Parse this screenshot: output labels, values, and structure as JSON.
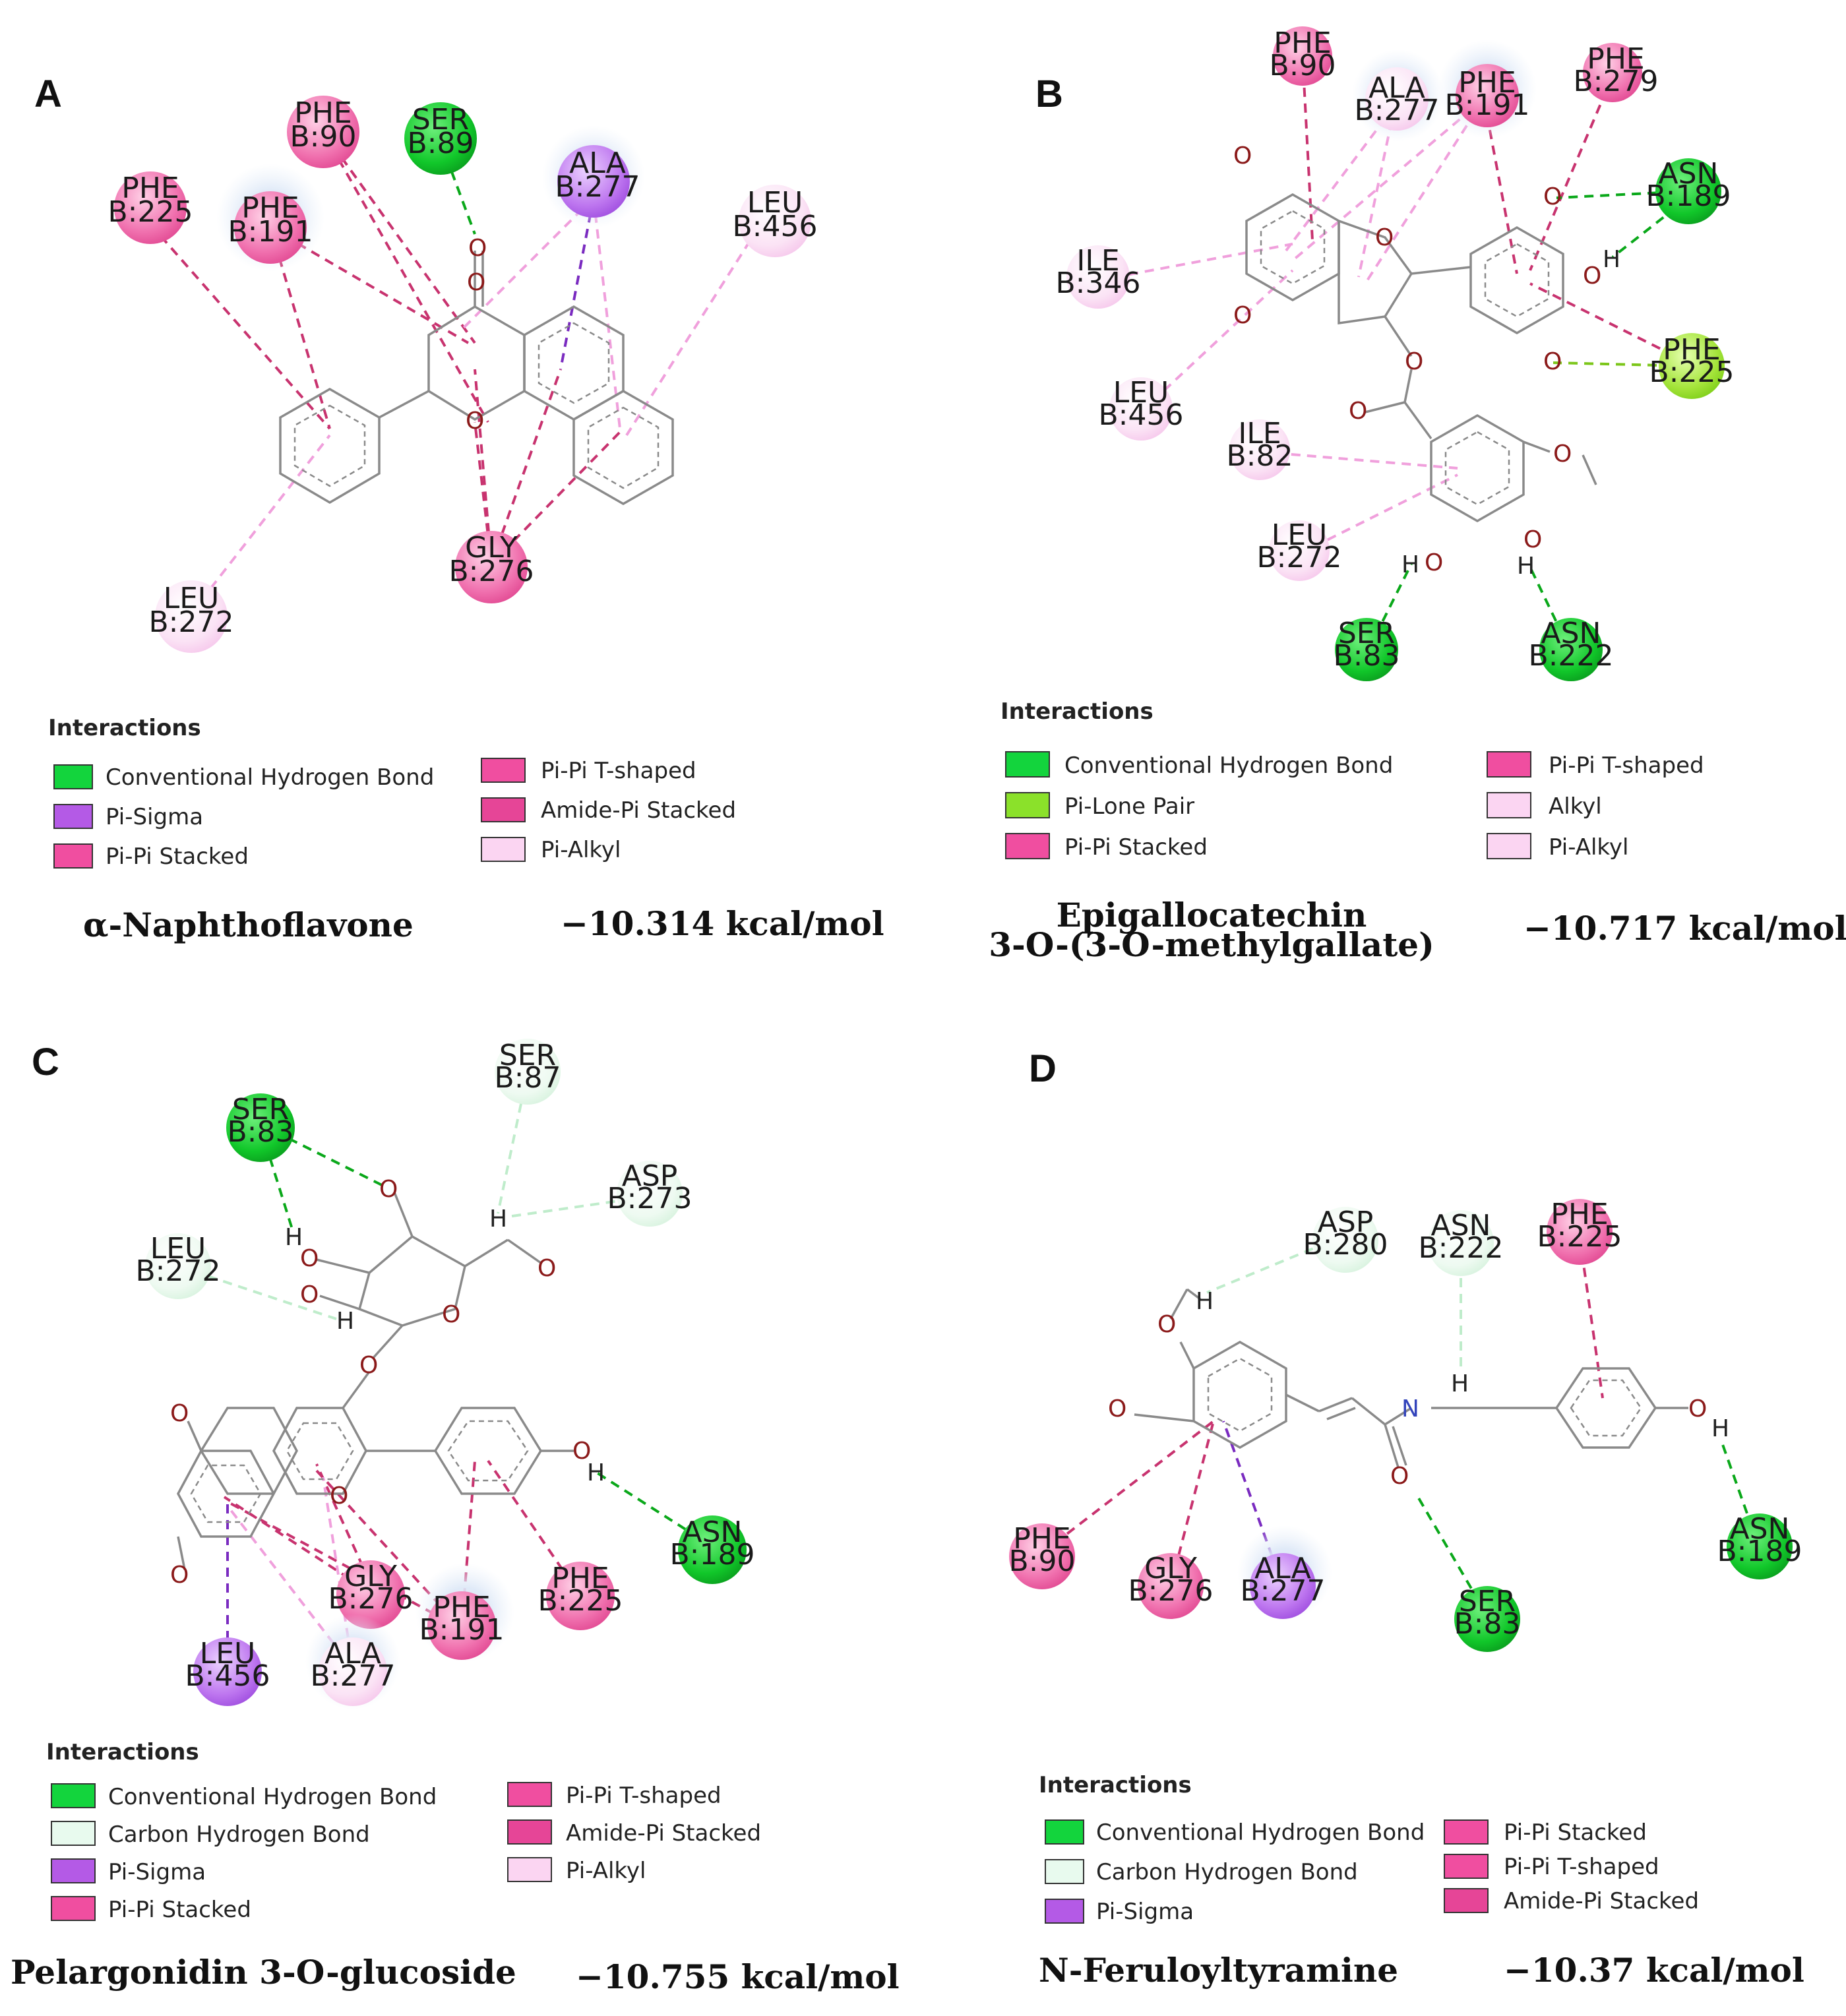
{
  "colors": {
    "hbond": "#0aa81a",
    "pi_lone_pair": "#88d82a",
    "carbon_hbond": "#ccf0d4",
    "pi_sigma": "#9b3fd8",
    "pi_pi": "#e0317f",
    "alkyl": "#f4b8e6",
    "oxygen": "#8b1a1a",
    "nitrogen": "#3344bb"
  },
  "panels": [
    {
      "letter": "A",
      "interactions_title": "Interactions",
      "legend_left": [
        {
          "label": "Conventional Hydrogen Bond",
          "color": "#13d43d"
        },
        {
          "label": "Pi-Sigma",
          "color": "#b45ae6"
        },
        {
          "label": "Pi-Pi Stacked",
          "color": "#f04ea0"
        }
      ],
      "legend_right": [
        {
          "label": "Pi-Pi T-shaped",
          "color": "#f04ea0"
        },
        {
          "label": "Amide-Pi Stacked",
          "color": "#e64597"
        },
        {
          "label": "Pi-Alkyl",
          "color": "#fbd5f2"
        }
      ],
      "compound": "α-Naphthoflavone",
      "energy": "−10.314 kcal/mol",
      "residues": [
        {
          "line1": "PHE",
          "line2": "B:90",
          "type": "pipi"
        },
        {
          "line1": "SER",
          "line2": "B:89",
          "type": "hbond"
        },
        {
          "line1": "ALA",
          "line2": "B:277",
          "type": "pisigma"
        },
        {
          "line1": "PHE",
          "line2": "B:225",
          "type": "pipi"
        },
        {
          "line1": "PHE",
          "line2": "B:191",
          "type": "pipi"
        },
        {
          "line1": "LEU",
          "line2": "B:456",
          "type": "alkyl"
        },
        {
          "line1": "GLY",
          "line2": "B:276",
          "type": "pipi"
        },
        {
          "line1": "LEU",
          "line2": "B:272",
          "type": "alkyl"
        }
      ]
    },
    {
      "letter": "B",
      "interactions_title": "Interactions",
      "legend_left": [
        {
          "label": "Conventional Hydrogen Bond",
          "color": "#13d43d"
        },
        {
          "label": "Pi-Lone Pair",
          "color": "#8be12a"
        },
        {
          "label": "Pi-Pi Stacked",
          "color": "#f04ea0"
        }
      ],
      "legend_right": [
        {
          "label": "Pi-Pi T-shaped",
          "color": "#f04ea0"
        },
        {
          "label": "Alkyl",
          "color": "#fbd5f2"
        },
        {
          "label": "Pi-Alkyl",
          "color": "#fbd5f2"
        }
      ],
      "compound_line1": "Epigallocatechin",
      "compound_line2": "3-O-(3-O-methylgallate)",
      "energy": "−10.717 kcal/mol",
      "residues": [
        {
          "line1": "PHE",
          "line2": "B:90",
          "type": "pipi"
        },
        {
          "line1": "ALA",
          "line2": "B:277",
          "type": "alkyl"
        },
        {
          "line1": "PHE",
          "line2": "B:191",
          "type": "pipi"
        },
        {
          "line1": "PHE",
          "line2": "B:279",
          "type": "pipi"
        },
        {
          "line1": "ASN",
          "line2": "B:189",
          "type": "hbond"
        },
        {
          "line1": "ILE",
          "line2": "B:346",
          "type": "alkyl"
        },
        {
          "line1": "PHE",
          "line2": "B:225",
          "type": "lonepair"
        },
        {
          "line1": "LEU",
          "line2": "B:456",
          "type": "alkyl"
        },
        {
          "line1": "ILE",
          "line2": "B:82",
          "type": "alkyl"
        },
        {
          "line1": "LEU",
          "line2": "B:272",
          "type": "alkyl"
        },
        {
          "line1": "SER",
          "line2": "B:83",
          "type": "hbond"
        },
        {
          "line1": "ASN",
          "line2": "B:222",
          "type": "hbond"
        }
      ]
    },
    {
      "letter": "C",
      "interactions_title": "Interactions",
      "legend_left": [
        {
          "label": "Conventional Hydrogen Bond",
          "color": "#13d43d"
        },
        {
          "label": "Carbon Hydrogen Bond",
          "color": "#e8faee"
        },
        {
          "label": "Pi-Sigma",
          "color": "#b45ae6"
        },
        {
          "label": "Pi-Pi Stacked",
          "color": "#f04ea0"
        }
      ],
      "legend_right": [
        {
          "label": "Pi-Pi T-shaped",
          "color": "#f04ea0"
        },
        {
          "label": "Amide-Pi Stacked",
          "color": "#e64597"
        },
        {
          "label": "Pi-Alkyl",
          "color": "#fbd5f2"
        }
      ],
      "compound": "Pelargonidin 3-O-glucoside",
      "energy": "−10.755 kcal/mol",
      "residues": [
        {
          "line1": "SER",
          "line2": "B:83",
          "type": "hbond"
        },
        {
          "line1": "SER",
          "line2": "B:87",
          "type": "carbon"
        },
        {
          "line1": "ASP",
          "line2": "B:273",
          "type": "carbon"
        },
        {
          "line1": "LEU",
          "line2": "B:272",
          "type": "carbon"
        },
        {
          "line1": "ASN",
          "line2": "B:189",
          "type": "hbond"
        },
        {
          "line1": "GLY",
          "line2": "B:276",
          "type": "pipi"
        },
        {
          "line1": "PHE",
          "line2": "B:191",
          "type": "pipi"
        },
        {
          "line1": "PHE",
          "line2": "B:225",
          "type": "pipi"
        },
        {
          "line1": "LEU",
          "line2": "B:456",
          "type": "pisigma"
        },
        {
          "line1": "ALA",
          "line2": "B:277",
          "type": "alkyl"
        }
      ]
    },
    {
      "letter": "D",
      "interactions_title": "Interactions",
      "legend_left": [
        {
          "label": "Conventional Hydrogen Bond",
          "color": "#13d43d"
        },
        {
          "label": "Carbon Hydrogen Bond",
          "color": "#e8faee"
        },
        {
          "label": "Pi-Sigma",
          "color": "#b45ae6"
        }
      ],
      "legend_right": [
        {
          "label": "Pi-Pi Stacked",
          "color": "#f04ea0"
        },
        {
          "label": "Pi-Pi T-shaped",
          "color": "#f04ea0"
        },
        {
          "label": "Amide-Pi Stacked",
          "color": "#e64597"
        }
      ],
      "compound": "N-Feruloyltyramine",
      "energy": "−10.37 kcal/mol",
      "residues": [
        {
          "line1": "ASP",
          "line2": "B:280",
          "type": "carbon"
        },
        {
          "line1": "ASN",
          "line2": "B:222",
          "type": "carbon"
        },
        {
          "line1": "PHE",
          "line2": "B:225",
          "type": "pipi"
        },
        {
          "line1": "PHE",
          "line2": "B:90",
          "type": "pipi"
        },
        {
          "line1": "GLY",
          "line2": "B:276",
          "type": "pipi"
        },
        {
          "line1": "ALA",
          "line2": "B:277",
          "type": "pisigma"
        },
        {
          "line1": "SER",
          "line2": "B:83",
          "type": "hbond"
        },
        {
          "line1": "ASN",
          "line2": "B:189",
          "type": "hbond"
        }
      ]
    }
  ]
}
